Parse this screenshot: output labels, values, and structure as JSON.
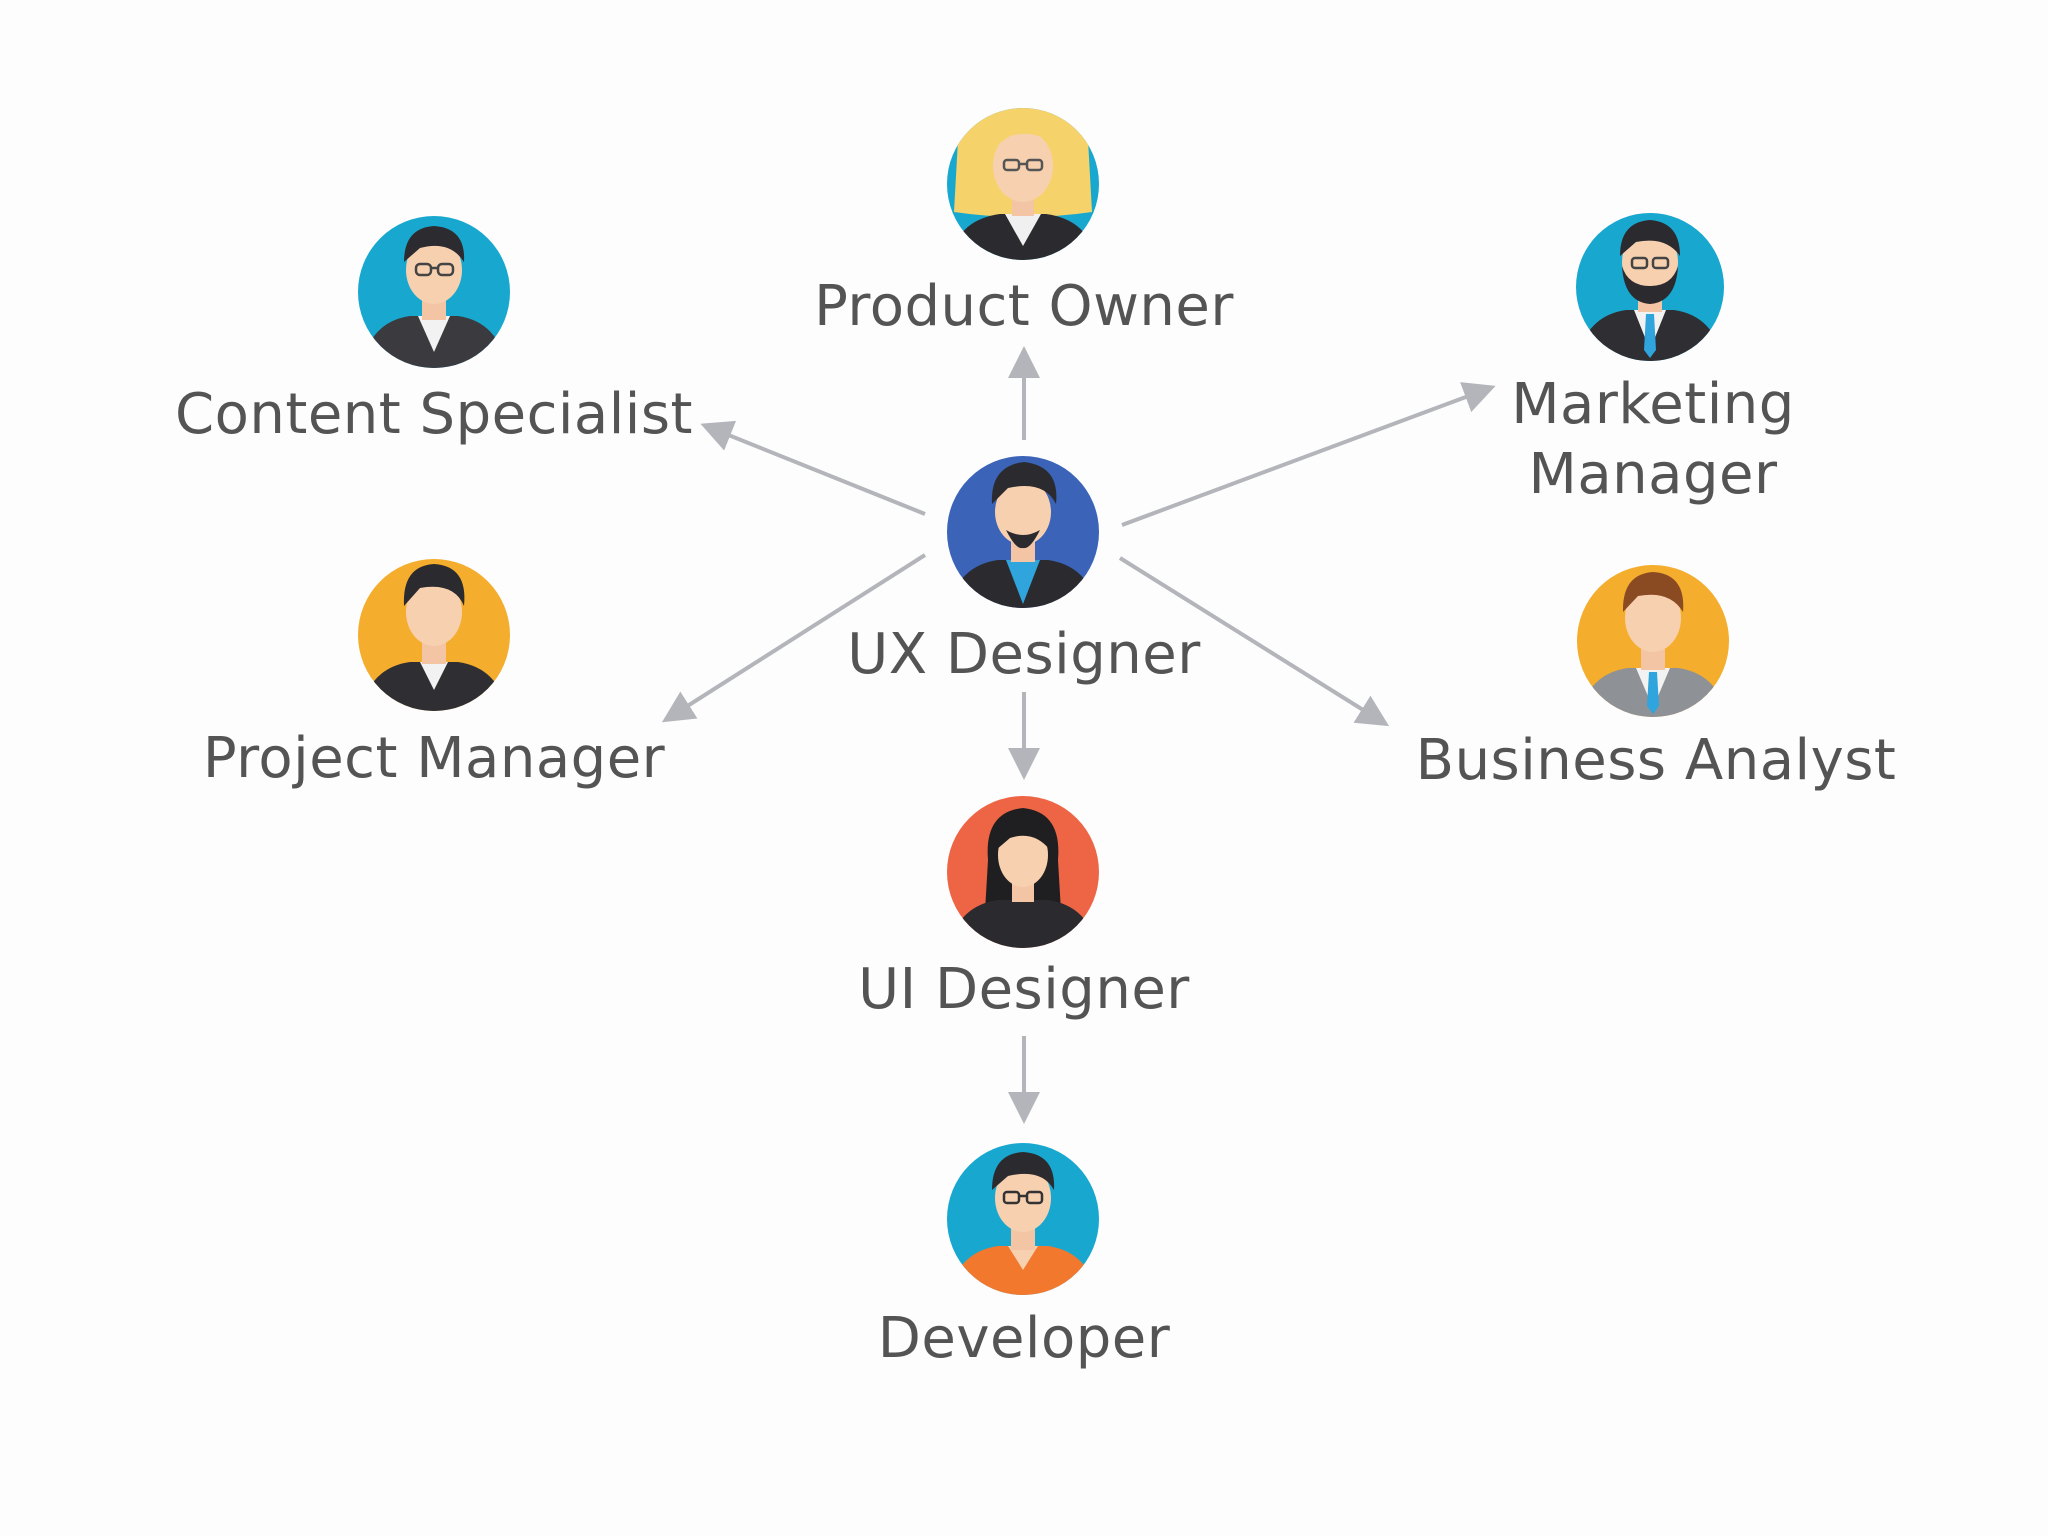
{
  "colors": {
    "teal": "#18a8cf",
    "blue": "#3b63b8",
    "orange": "#f4ad2c",
    "red": "#ee6545",
    "arrow": "#b3b5ba",
    "text": "#545454"
  },
  "roles": {
    "center": {
      "label": "UX Designer",
      "avatar_color": "blue",
      "icon": "ux-designer-avatar-icon"
    },
    "product_owner": {
      "label": "Product Owner",
      "avatar_color": "teal",
      "icon": "product-owner-avatar-icon"
    },
    "content_specialist": {
      "label": "Content Specialist",
      "avatar_color": "teal",
      "icon": "content-specialist-avatar-icon"
    },
    "marketing_manager": {
      "label_lines": [
        "Marketing",
        "Manager"
      ],
      "avatar_color": "teal",
      "icon": "marketing-manager-avatar-icon"
    },
    "project_manager": {
      "label": "Project Manager",
      "avatar_color": "orange",
      "icon": "project-manager-avatar-icon"
    },
    "business_analyst": {
      "label": "Business Analyst",
      "avatar_color": "orange",
      "icon": "business-analyst-avatar-icon"
    },
    "ui_designer": {
      "label": "UI Designer",
      "avatar_color": "red",
      "icon": "ui-designer-avatar-icon"
    },
    "developer": {
      "label": "Developer",
      "avatar_color": "teal",
      "icon": "developer-avatar-icon"
    }
  },
  "edges": [
    {
      "from": "UX Designer",
      "to": "Product Owner"
    },
    {
      "from": "UX Designer",
      "to": "Content Specialist"
    },
    {
      "from": "UX Designer",
      "to": "Marketing Manager"
    },
    {
      "from": "UX Designer",
      "to": "Project Manager"
    },
    {
      "from": "UX Designer",
      "to": "Business Analyst"
    },
    {
      "from": "UX Designer",
      "to": "UI Designer"
    },
    {
      "from": "UI Designer",
      "to": "Developer"
    }
  ]
}
